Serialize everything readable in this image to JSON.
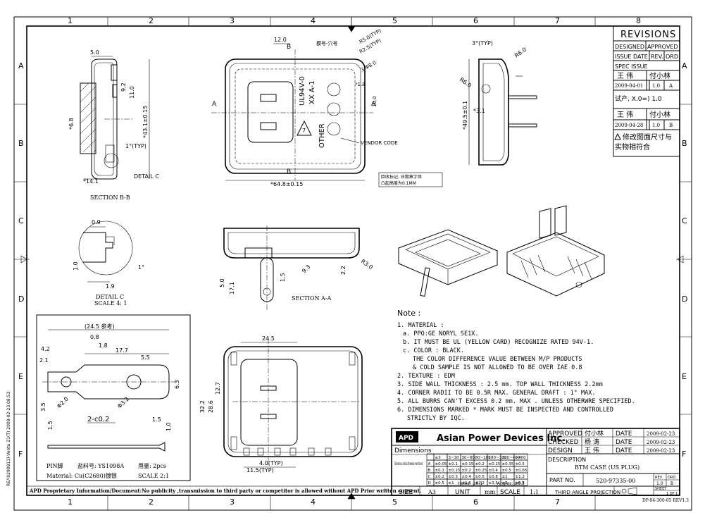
{
  "border": {
    "cols_top": [
      "1",
      "2",
      "3",
      "4",
      "5",
      "6",
      "7",
      "8"
    ],
    "cols_bottom": [
      "1",
      "2",
      "3",
      "4",
      "5",
      "6",
      "7",
      "8"
    ],
    "rows_left": [
      "A",
      "B",
      "C",
      "D",
      "E",
      "F"
    ],
    "rows_right": [
      "A",
      "B",
      "C",
      "D",
      "E",
      "F"
    ],
    "margin_note": "RE/(0290811)-Ventu 21(T) 2009-02-23 08:53"
  },
  "revisions": {
    "title": "REVISIONS",
    "col_designed": "DESIGNED",
    "col_approved": "APPROVED",
    "col_issue_date": "ISSUE DATE",
    "col_rev": "REV.",
    "col_ord": "ORD.",
    "col_spec": "SPEC ISSUE",
    "r1_designer": "王 伟",
    "r1_approver": "付小林",
    "r1_date": "2009-04-01",
    "r1_rev": "1.0",
    "r1_ord": "A",
    "r1_note": "试产, X.0=) 1.0",
    "r2_designer": "王 伟",
    "r2_approver": "付小林",
    "r2_date": "2009-04-28",
    "r2_rev": "1.0",
    "r2_ord": "B",
    "r2_note_1": "修改图面尺寸与",
    "r2_note_2": "实物相符合"
  },
  "section_bb": {
    "label": "SECTION B-B",
    "dim_5": "5.0",
    "dim_92": "9.2",
    "dim_110": "11.0",
    "dim_68": "*6.8",
    "dim_43": "*43.1±0.15",
    "dim_typ": "1°(TYP)",
    "dim_141": "*14.1",
    "detail_c": "DETAIL C"
  },
  "top_view": {
    "dim_12": "12.0",
    "label_b1": "B",
    "label_b2": "B",
    "label_a1": "A",
    "label_a2": "A",
    "mold": "模号-穴号",
    "r50": "R5.0(TYP)",
    "r25": "R2.5(TYP)",
    "d80": "3-Φ8.0",
    "d18": "*1.8",
    "d100": "10.0",
    "ul": "UL94V-0",
    "xx": "XX A-1",
    "other": "OTHER",
    "recycle": "7",
    "vendor": "VENDOR CODE",
    "recycle_note_1": "回收标记, 日期章字体",
    "recycle_note_2": "凸起高度为0.1MM",
    "dim_648": "*64.8±0.15"
  },
  "side_view": {
    "typ3": "3°(TYP)",
    "r60a": "R6.0",
    "r60b": "R6.0",
    "d495": "*49.5±0.1",
    "d31": "*3.1"
  },
  "detail_c": {
    "label": "DETAIL C",
    "scale": "SCALE 4: 1",
    "d09": "0.9",
    "d10": "1.0",
    "d19": "1.9",
    "angle": "1°"
  },
  "section_aa": {
    "label": "SECTION A-A",
    "d50": "5.0",
    "d171": "17.1",
    "d15": "1.5",
    "d93": "9.3",
    "d22": "2.2",
    "r30": "R3.0"
  },
  "pin": {
    "d245": "(24.5 参考)",
    "d08": "0.8",
    "d42": "4.2",
    "d18": "1.8",
    "d177": "17.7",
    "d21": "2.1",
    "d55": "5.5",
    "d63": "6.3",
    "d35": "3.5",
    "d20": "Φ2.0",
    "d312": "Φ3.2",
    "d15a": "1.5",
    "c02": "2-c0.2",
    "d15b": "1.5",
    "d10": "1.0",
    "line1_a": "PIN脚",
    "line1_b": "盐料号: YS1098A",
    "line1_c": "用量: 2pcs",
    "line2_a": "Material: Cu(C2680)镀银",
    "line2_b": "SCALE 2:1"
  },
  "bottom_view": {
    "d245": "24.5",
    "d127": "12.7",
    "d322": "32.2",
    "d286": "28.6",
    "d40": "4.0(TYP)",
    "d115": "11.5(TYP)"
  },
  "notes": {
    "title": "Note :",
    "n1": "1. MATERIAL :",
    "n1a": "a. PPO:GE NORYL SE1X.",
    "n1b": "b. IT MUST BE UL (YELLOW CARD) RECOGNIZE RATED 94V-1.",
    "n1c": "c. COLOR : BLACK.",
    "n1d": "THE COLOR DIFFERENCE VALUE BETWEEN M/P PRODUCTS",
    "n1e": "& COLD SAMPLE IS NOT ALLOWED TO BE OVER IAE 0.8",
    "n2": "2. TEXTURE : EDM",
    "n3": "3. SIDE WALL THICKNESS : 2.5 mm. TOP WALL THICKNESS 2.2mm",
    "n4": "4. CORNER RADII TO BE 0.5R MAX. GENERAL DRAFT : 1° MAX.",
    "n5": "5. ALL BURRS CAN'T EXCESS 0.2 mm.  MAX . UNLESS OTHERWRE SPECIFIED.",
    "n6": "6. DIMENSIONS MARKED * MARK MUST BE INSPECTED AND CONTROLLED",
    "n6b": "STRICTLY BY IQC."
  },
  "title_block": {
    "logo": "APD",
    "company": "Asian Power Devices Inc.",
    "approved": "APPROVED",
    "checked": "CHECKED",
    "design": "DESIGN",
    "approver": "付小林",
    "checker": "杨 涛",
    "designer": "王 伟",
    "date_label": "DATE",
    "date1": "2009-02-23",
    "date2": "2009-02-23",
    "date3": "2009-02-23",
    "dimensions": "Dimensions",
    "tolerances": "Tolerances unless otherwise mentioned",
    "tol_head": [
      "≤3",
      "3~30",
      "30~80",
      "80~180",
      "180~320",
      "320~400",
      ">400"
    ],
    "tol_a": [
      "A",
      "±0.05",
      "±0.1",
      "±0.15",
      "±0.2",
      "±0.25",
      "±0.35",
      "±0.5"
    ],
    "tol_b": [
      "B",
      "±0.1",
      "±0.15",
      "±0.2",
      "±0.25",
      "±0.4",
      "±0.5",
      "±0.65"
    ],
    "tol_c": [
      "C",
      "±0.2",
      "±0.3",
      "±0.4",
      "±0.5",
      "±0.8",
      "±1",
      "±1.2"
    ],
    "tol_d": [
      "D",
      "±0.5",
      "±1",
      "±1.5",
      "±2.2",
      "±3.5",
      "±5",
      "±6.5"
    ],
    "holes": "Holes: ±0.1",
    "angles": "Angles: ±0.3",
    "description_label": "DESCRIPTION",
    "description": "BTM CASE (US PLUG)",
    "part_label": "PART NO.",
    "part_no": "520-97335-00",
    "rev_label": "REV.",
    "ord_label": "ORD.",
    "rev": "1.0",
    "ord": "B",
    "sheet_label": "SHEET",
    "sheet": "1 OF 1",
    "size_label": "SIZE",
    "size": "A3",
    "unit_label": "UNIT",
    "unit": "mm",
    "scale_label": "SCALE",
    "scale": "1:1",
    "projection": "THIRD ANGLE PROJECTION",
    "doc_code": "DP-04-300-05 REV1.3"
  },
  "proprietary": "APD Proprietary Information/Document:No publicity ,transmission to third party or competitor is allowed without APD Prior written consent."
}
